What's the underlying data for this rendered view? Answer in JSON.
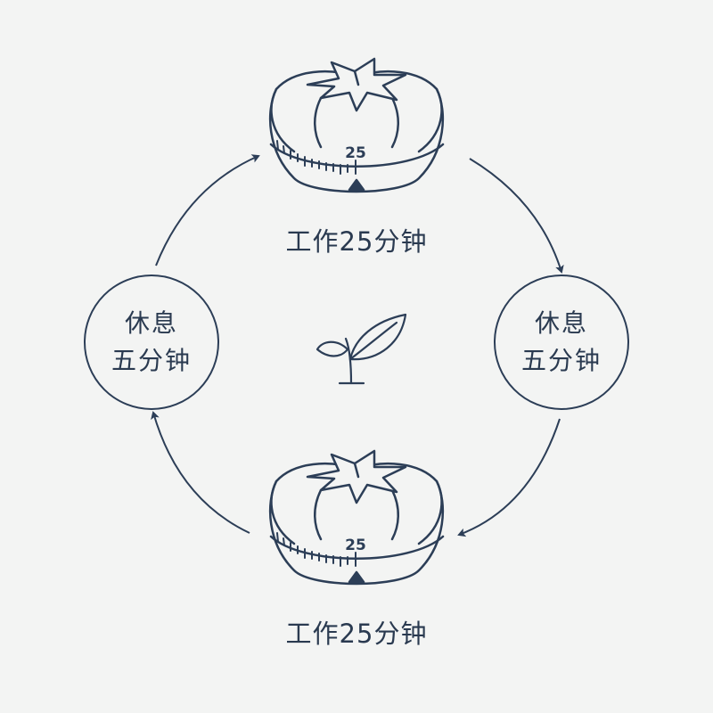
{
  "colors": {
    "stroke": "#2c3e57",
    "background": "#f3f4f3",
    "fill": "#f3f4f3"
  },
  "cycle": {
    "top": {
      "timer_number": "25",
      "label": "工作25分钟"
    },
    "bottom": {
      "timer_number": "25",
      "label": "工作25分钟"
    },
    "left": {
      "line1": "休息",
      "line2": "五分钟"
    },
    "right": {
      "line1": "休息",
      "line2": "五分钟"
    }
  },
  "center_icon": "sprout-icon"
}
